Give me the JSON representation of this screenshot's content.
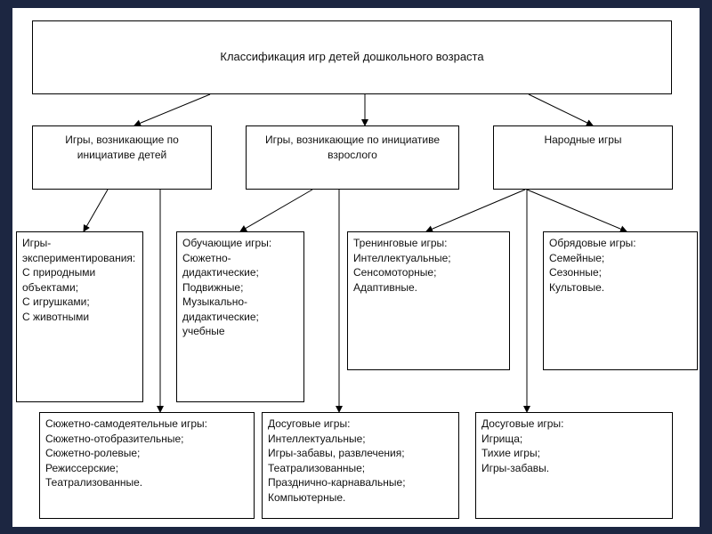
{
  "title": "Классификация игр детей дошкольного возраста",
  "level1": [
    {
      "lines": [
        "Игры, возникающие по",
        "инициативе детей"
      ]
    },
    {
      "lines": [
        "Игры, возникающие по инициативе",
        "взрослого"
      ]
    },
    {
      "lines": [
        "Народные игры"
      ]
    }
  ],
  "level2": [
    {
      "lines": [
        "Игры-",
        "экспериментирования:",
        "С природными",
        "объектами;",
        "С игрушками;",
        "С животными"
      ]
    },
    {
      "lines": [
        "Обучающие игры:",
        "Сюжетно-",
        "дидактические;",
        "Подвижные;",
        "Музыкально-",
        "дидактические;",
        "учебные"
      ]
    },
    {
      "lines": [
        "Тренинговые игры:",
        "Интеллектуальные;",
        "Сенсомоторные;",
        "Адаптивные."
      ]
    },
    {
      "lines": [
        "Обрядовые игры:",
        "Семейные;",
        "Сезонные;",
        "Культовые."
      ]
    }
  ],
  "level3": [
    {
      "lines": [
        "Сюжетно-самодеятельные игры:",
        "Сюжетно-отобразительные;",
        "Сюжетно-ролевые;",
        "Режиссерские;",
        "Театрализованные."
      ]
    },
    {
      "lines": [
        "Досуговые игры:",
        "Интеллектуальные;",
        "Игры-забавы, развлечения;",
        "Театрализованные;",
        "Празднично-карнавальные;",
        "Компьютерные."
      ]
    },
    {
      "lines": [
        "Досуговые игры:",
        "Игрища;",
        "Тихие игры;",
        "Игры-забавы."
      ]
    }
  ]
}
